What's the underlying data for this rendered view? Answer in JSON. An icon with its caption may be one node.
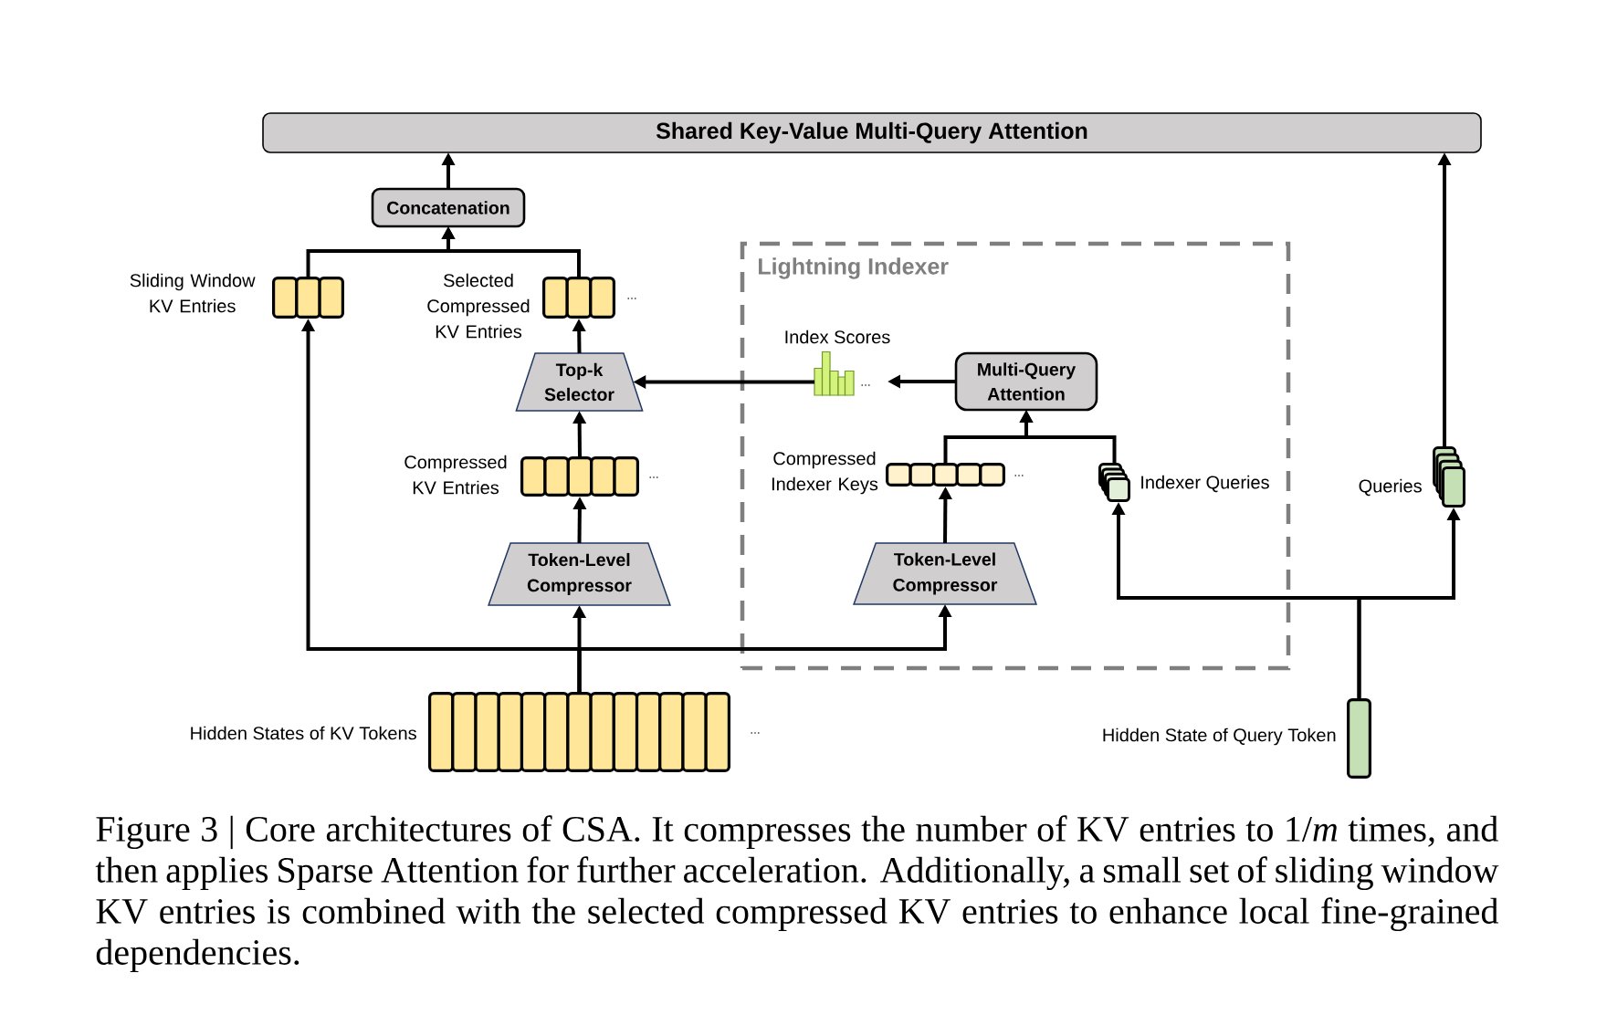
{
  "diagram": {
    "caption": "Figure 3 | Core architectures of CSA. It compresses the number of KV entries to 1/*m* times, and then applies Sparse Attention for further acceleration. Additionally, a small set of sliding window KV entries is combined with the selected compressed KV entries to enhance local fine-grained dependencies.",
    "nodes": [
      {
        "text": [
          "Shared Key-Value Multi-Query Attention"
        ]
      },
      {
        "text": [
          "Concatenation"
        ]
      },
      {
        "text": [],
        "shape": "box",
        "beside": [
          "Sliding Window KV Entries"
        ]
      },
      {
        "text": [],
        "shape": "box",
        "beside": [
          "Selected Compressed KV Entries",
          "…"
        ]
      },
      {
        "text": [
          "Lightning Indexer"
        ]
      },
      {
        "text": [
          "Top-k Selector"
        ]
      },
      {
        "text": [],
        "shape": "picture",
        "beside": [
          "Index Scores",
          "…"
        ],
        "in": 4
      },
      {
        "text": [
          "Multi-Query Attention"
        ],
        "in": 4
      },
      {
        "text": [],
        "shape": "box",
        "beside": [
          "Compressed KV Entries",
          "…"
        ]
      },
      {
        "text": [],
        "shape": "box",
        "beside": [
          "Compressed Indexer Keys",
          "…"
        ],
        "in": 4
      },
      {
        "text": [],
        "shape": "box",
        "beside": [
          "Indexer Queries"
        ],
        "in": 4
      },
      {
        "text": [],
        "shape": "box",
        "beside": [
          "Queries"
        ]
      },
      {
        "text": [
          "Token-Level Compressor"
        ]
      },
      {
        "text": [
          "Token-Level Compressor"
        ],
        "in": 4
      },
      {
        "text": [],
        "shape": "box",
        "beside": [
          "Hidden States of KV Tokens",
          "…"
        ]
      },
      {
        "text": [],
        "shape": "box",
        "beside": [
          "Hidden State of Query Token"
        ]
      }
    ],
    "edges": [
      {
        "from": 1,
        "to": 0,
        "arrow": "to"
      },
      {
        "from": 2,
        "to": 1,
        "arrow": "to"
      },
      {
        "from": 3,
        "to": 1,
        "arrow": "to"
      },
      {
        "from": 14,
        "to": 2,
        "arrow": "to"
      },
      {
        "from": 14,
        "to": 12,
        "arrow": "to"
      },
      {
        "from": 14,
        "to": 13,
        "arrow": "to"
      },
      {
        "from": 12,
        "to": 8,
        "arrow": "to"
      },
      {
        "from": 8,
        "to": 5,
        "arrow": "to"
      },
      {
        "from": 5,
        "to": 3,
        "arrow": "to"
      },
      {
        "from": 6,
        "to": 5,
        "arrow": "to"
      },
      {
        "from": 7,
        "to": 6,
        "arrow": "to"
      },
      {
        "from": 9,
        "to": 7,
        "arrow": "to"
      },
      {
        "from": 10,
        "to": 7,
        "arrow": "to"
      },
      {
        "from": 13,
        "to": 9,
        "arrow": "to"
      },
      {
        "from": 15,
        "to": 10,
        "arrow": "to"
      },
      {
        "from": 15,
        "to": 11,
        "arrow": "to"
      },
      {
        "from": 11,
        "to": 0,
        "arrow": "to"
      }
    ]
  }
}
